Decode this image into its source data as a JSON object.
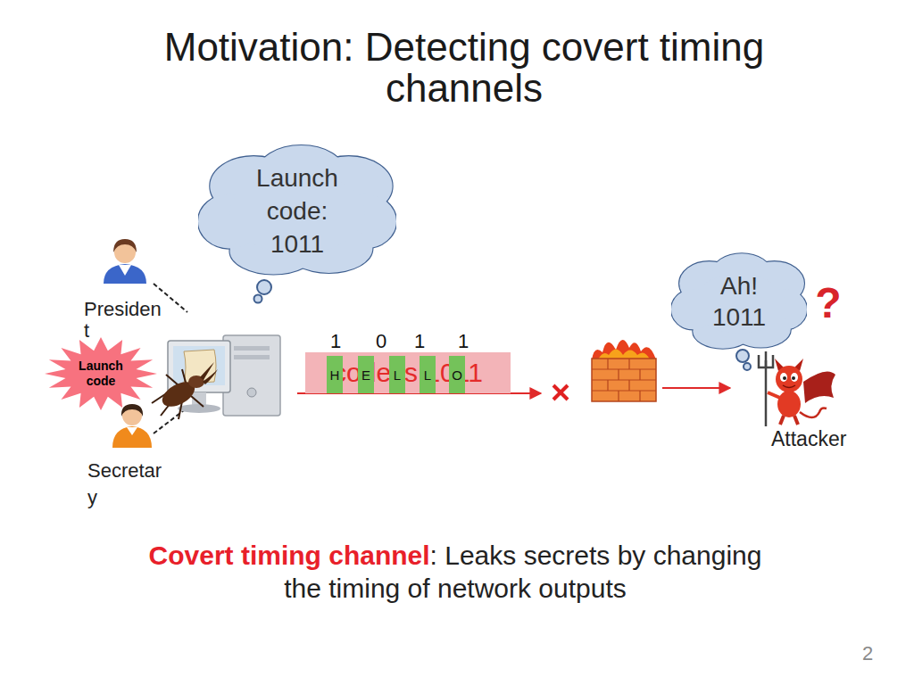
{
  "diagram": {
    "title": "Motivation: Detecting covert timing channels",
    "caption": "Covert timing channel: Leaks secrets by changing the timing of network outputs",
    "nodes": [
      {
        "text": [
          "Launch code: 1011"
        ]
      },
      {
        "text": [
          "Ah! 1011"
        ]
      },
      {
        "text": [
          "Launch code"
        ]
      },
      {
        "text": [
          "code is 1011"
        ]
      },
      {
        "text": [
          "H"
        ],
        "in": 3
      },
      {
        "text": [
          "E"
        ],
        "in": 3
      },
      {
        "text": [
          "L"
        ],
        "in": 3
      },
      {
        "text": [
          "L"
        ],
        "in": 3
      },
      {
        "text": [
          "O"
        ],
        "in": 3
      }
    ],
    "labels": [
      "Presiden t",
      "1",
      "0",
      "1",
      "1",
      "?",
      "Secretar y",
      "Attacker",
      "2"
    ]
  }
}
